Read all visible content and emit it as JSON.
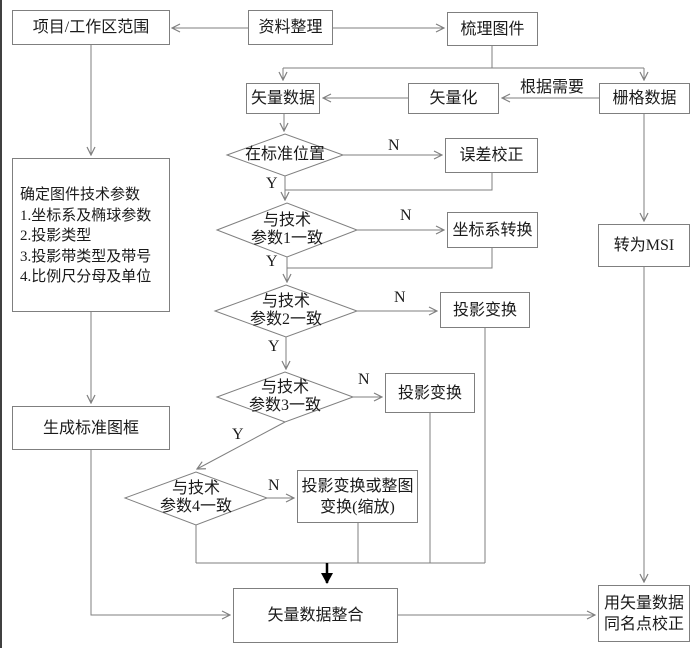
{
  "diagram": {
    "nodes": {
      "project_scope": "项目/工作区范围",
      "data_organize": "资料整理",
      "sort_maps": "梳理图件",
      "vector_data": "矢量数据",
      "vectorize": "矢量化",
      "raster_data": "栅格数据",
      "standard_position": "在标准位置",
      "error_correction": "误差校正",
      "tech_params": "确定图件技术参数\n1.坐标系及椭球参数\n2.投影类型\n3.投影带类型及带号\n4.比例尺分母及单位",
      "param1_match": "与技术\n参数1一致",
      "coord_transform": "坐标系转换",
      "param2_match": "与技术\n参数2一致",
      "projection_transform_a": "投影变换",
      "param3_match": "与技术\n参数3一致",
      "projection_transform_b": "投影变换",
      "standard_frame": "生成标准图框",
      "param4_match": "与技术\n参数4一致",
      "proj_or_whole_scale": "投影变换或整图\n变换(缩放)",
      "to_msi": "转为MSI",
      "vector_merge": "矢量数据整合",
      "vector_rectify": "用矢量数据\n同名点校正"
    },
    "labels": {
      "yes": "Y",
      "no": "N",
      "as_needed": "根据需要"
    },
    "colors": {
      "line": "#7f7f7f",
      "text": "#1a1a1a",
      "background": "#ffffff",
      "emphasis_arrow": "#000000"
    }
  }
}
